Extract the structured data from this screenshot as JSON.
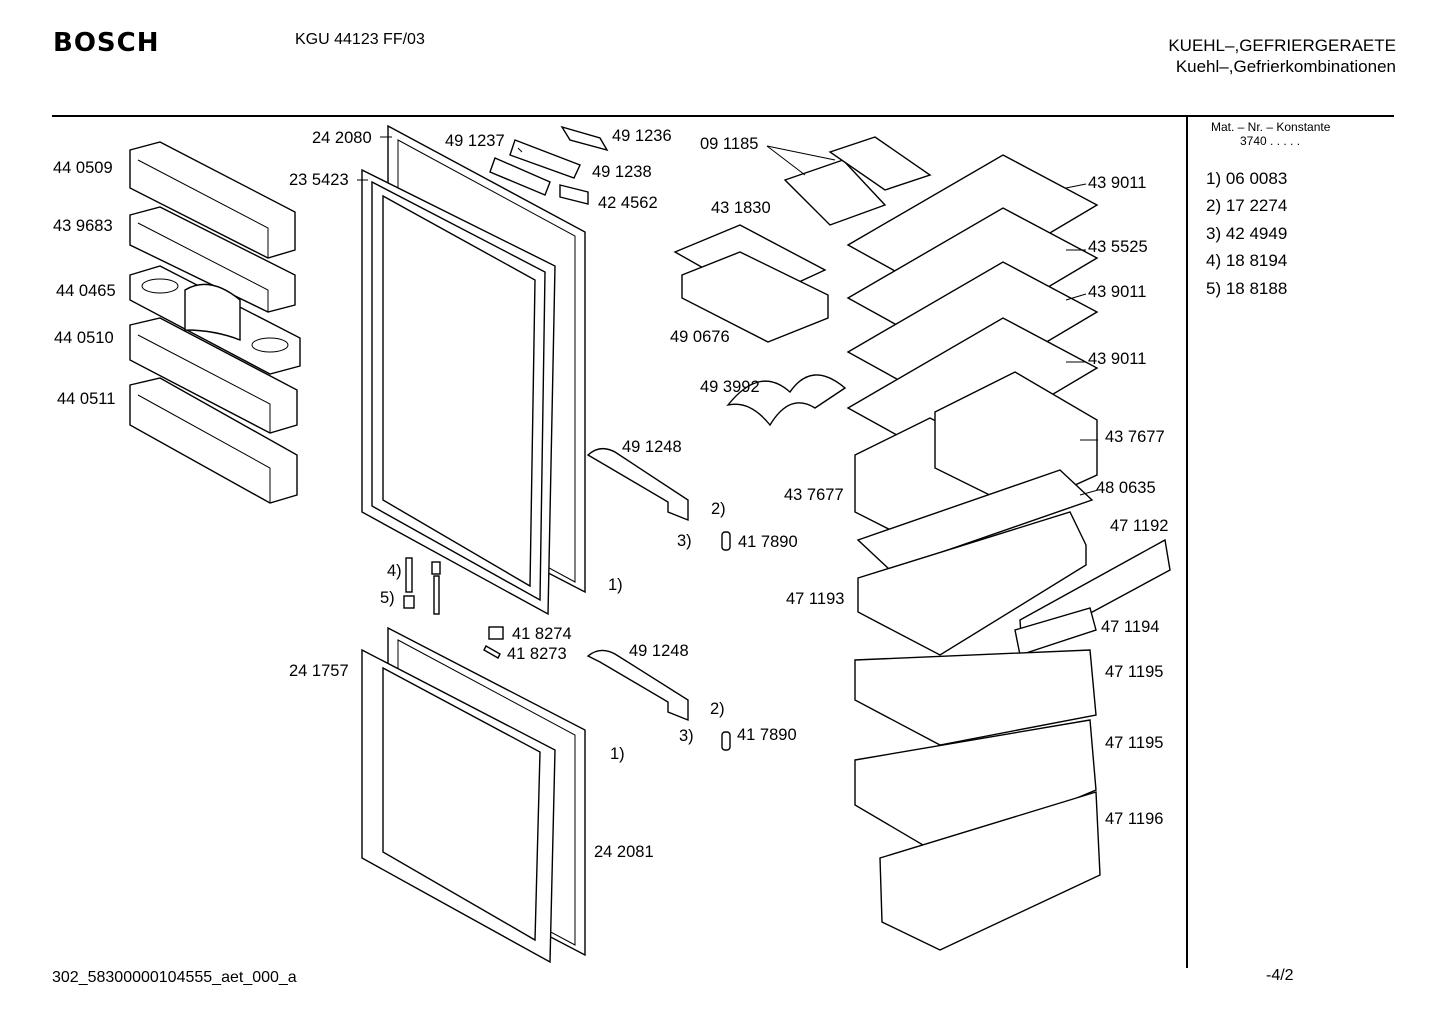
{
  "header": {
    "brand": "BOSCH",
    "model": "KGU 44123 FF/03",
    "category_line1": "KUEHL–,GEFRIERGERAETE",
    "category_line2": "Kuehl–,Gefrierkombinationen"
  },
  "sidebar": {
    "const_title": "Mat. – Nr. – Konstante",
    "const_value": "3740  .  .  .  .  .",
    "refs": [
      "1) 06 0083",
      "2) 17 2274",
      "3) 42 4949",
      "4) 18 8194",
      "5) 18 8188"
    ]
  },
  "parts": {
    "p440509": "44 0509",
    "p439683": "43 9683",
    "p440465": "44 0465",
    "p440510": "44 0510",
    "p440511": "44 0511",
    "p242080": "24 2080",
    "p235423": "23 5423",
    "p491237": "49 1237",
    "p491236": "49 1236",
    "p491238": "49 1238",
    "p424562": "42 4562",
    "p091185": "09 1185",
    "p431830": "43 1830",
    "p490676": "49 0676",
    "p493992": "49 3992",
    "p439011a": "43 9011",
    "p435525": "43 5525",
    "p439011b": "43 9011",
    "p439011c": "43 9011",
    "p437677a": "43 7677",
    "p437677b": "43 7677",
    "p480635": "48 0635",
    "p471192": "47 1192",
    "p471193": "47 1193",
    "p471194": "47 1194",
    "p471195a": "47 1195",
    "p471195b": "47 1195",
    "p471196": "47 1196",
    "p491248a": "49 1248",
    "p491248b": "49 1248",
    "p417890a": "41 7890",
    "p417890b": "41 7890",
    "p418274": "41 8274",
    "p418273": "41 8273",
    "p241757": "24 1757",
    "p242081": "24 2081",
    "m2a": "2)",
    "m3a": "3)",
    "m1a": "1)",
    "m4": "4)",
    "m5": "5)",
    "m2b": "2)",
    "m3b": "3)",
    "m1b": "1)"
  },
  "footer": {
    "doc_id": "302_58300000104555_aet_000_a",
    "page": "-4/2"
  }
}
